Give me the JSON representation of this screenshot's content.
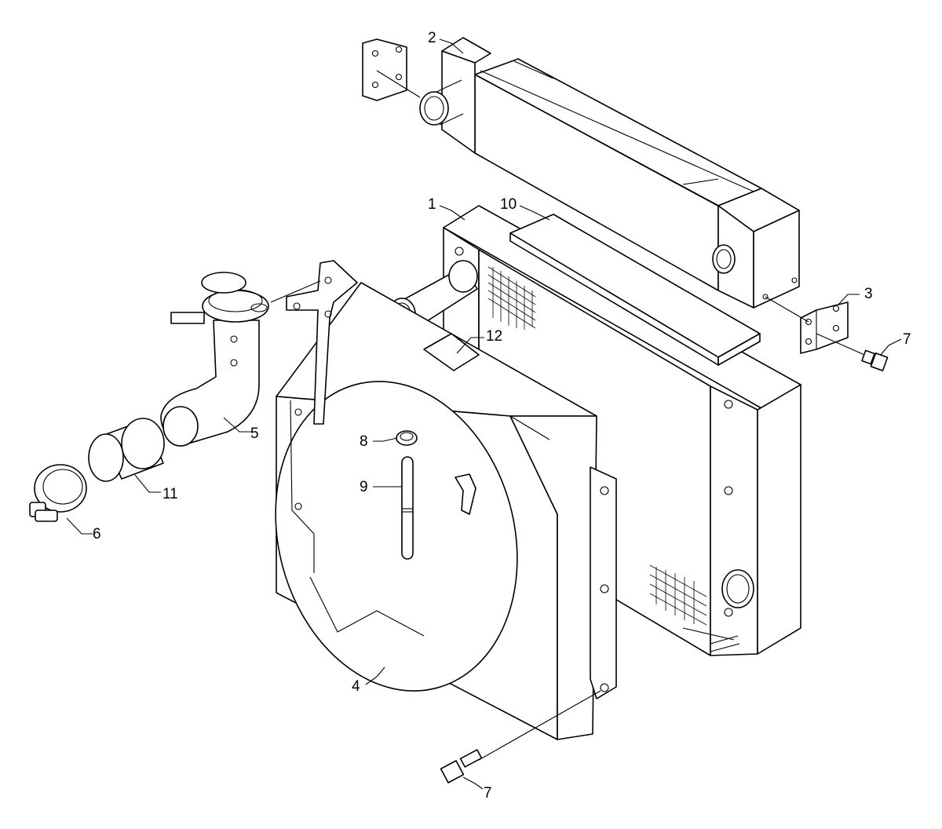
{
  "diagram": {
    "callouts": [
      {
        "id": "c1",
        "label": "1"
      },
      {
        "id": "c2",
        "label": "2"
      },
      {
        "id": "c3",
        "label": "3"
      },
      {
        "id": "c4",
        "label": "4"
      },
      {
        "id": "c5",
        "label": "5"
      },
      {
        "id": "c6",
        "label": "6"
      },
      {
        "id": "c7a",
        "label": "7"
      },
      {
        "id": "c7b",
        "label": "7"
      },
      {
        "id": "c8",
        "label": "8"
      },
      {
        "id": "c9",
        "label": "9"
      },
      {
        "id": "c10",
        "label": "10"
      },
      {
        "id": "c11",
        "label": "11"
      },
      {
        "id": "c12",
        "label": "12"
      }
    ]
  }
}
